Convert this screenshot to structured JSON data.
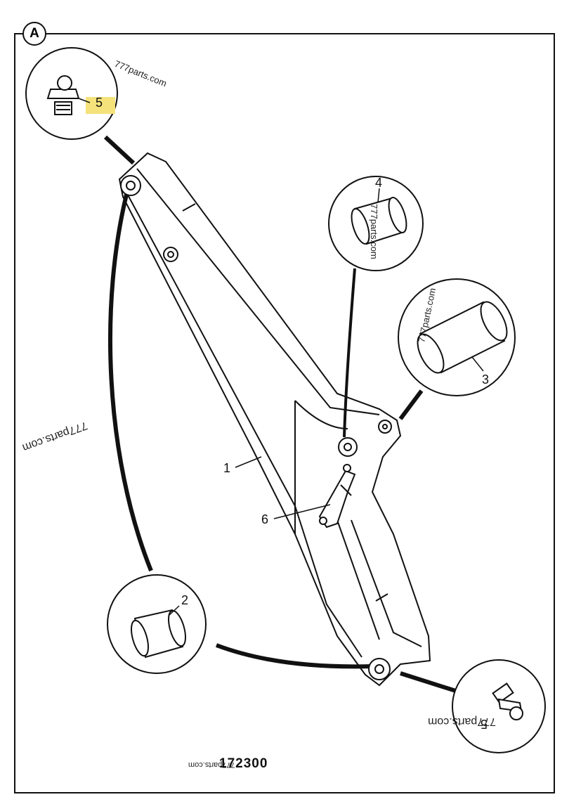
{
  "view_label": "A",
  "figure_number": "172300",
  "watermark": "777parts.com",
  "callouts": {
    "c1": "1",
    "c2": "2",
    "c3": "3",
    "c4": "4",
    "c5_top": "5",
    "c5_bottom": "5",
    "c6": "6"
  },
  "colors": {
    "ink": "#111111",
    "highlight": "#f5e27a"
  }
}
